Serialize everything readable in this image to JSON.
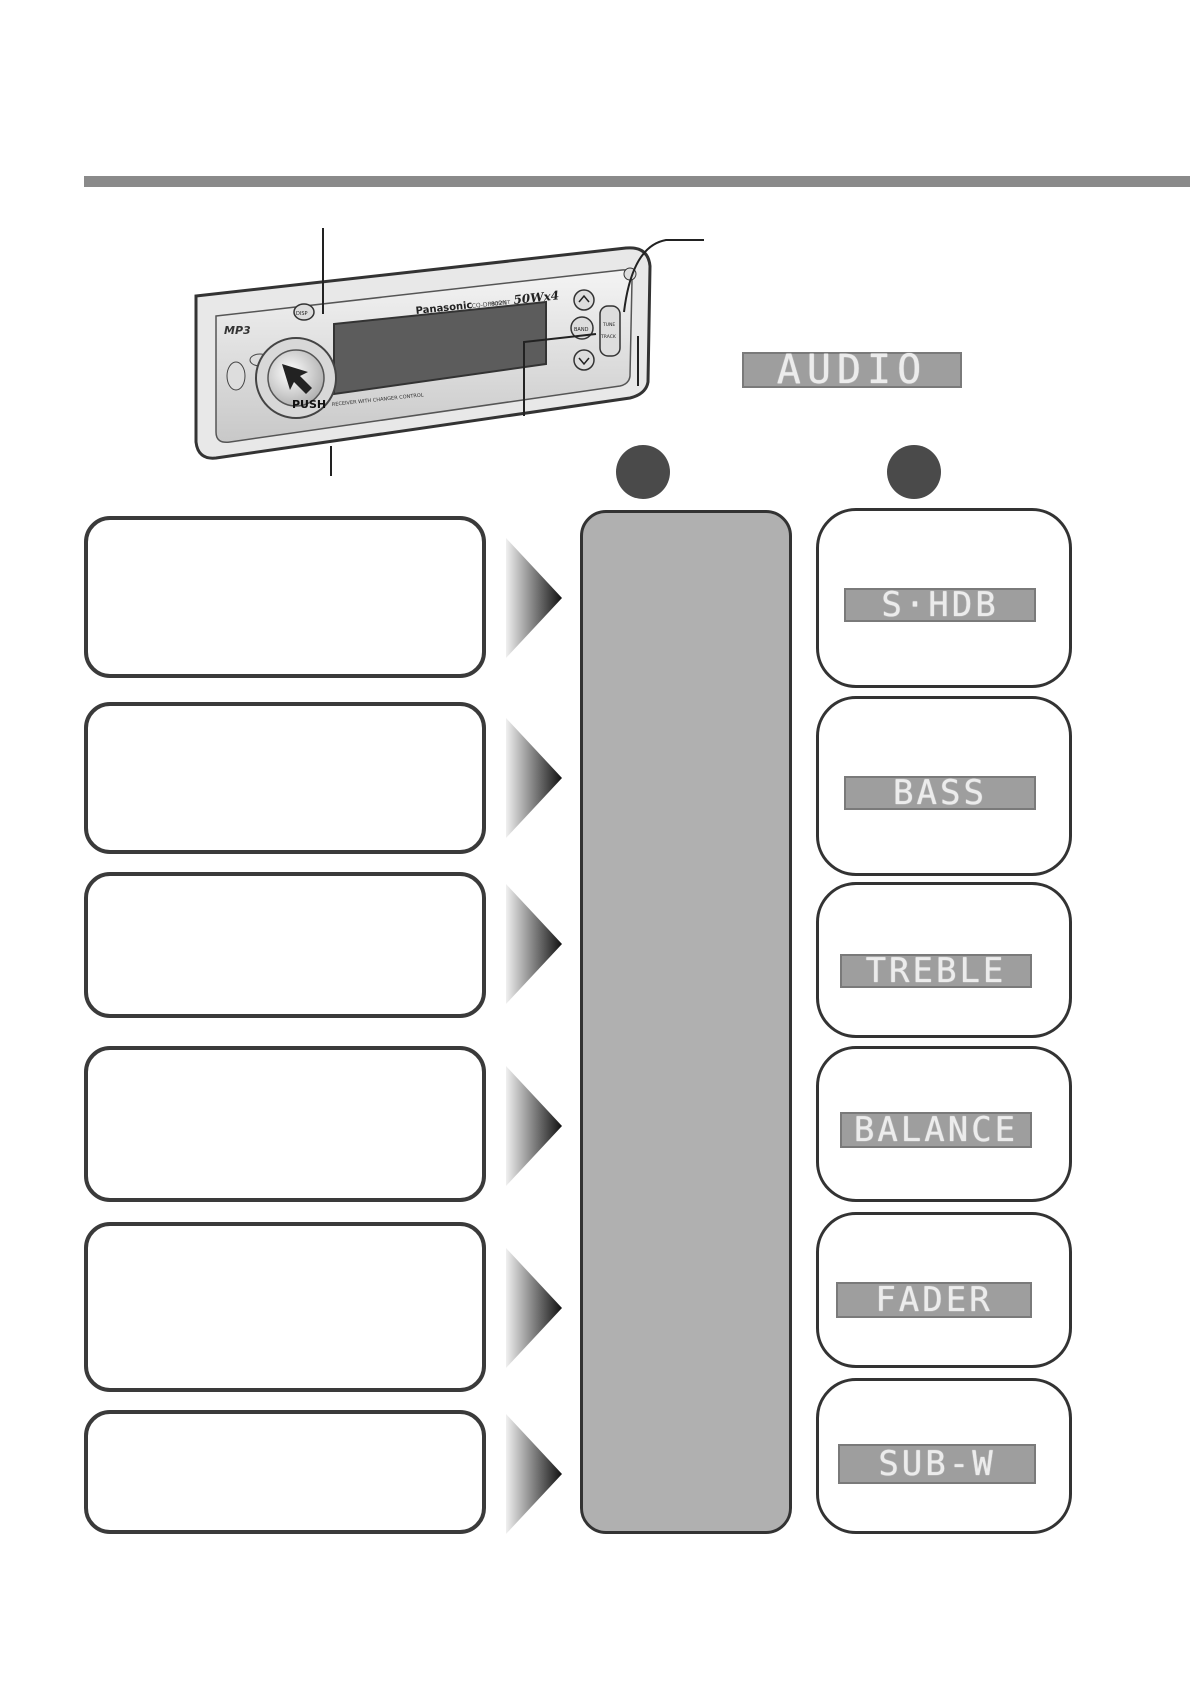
{
  "device": {
    "brand": "Panasonic",
    "model": "CQ-DF802N",
    "power": "50Wx4",
    "power_prefix": "MOSFET",
    "caption": "RECEIVER WITH CHANGER CONTROL",
    "push_label": "PUSH",
    "mp3_label": "MP3",
    "disp_label": "DISP",
    "band_label": "BAND",
    "tune_label": "TUNE",
    "track_label": "TRACK"
  },
  "audio_display": "AUDIO",
  "menu_items": [
    {
      "display": "S·HDB"
    },
    {
      "display": "BASS"
    },
    {
      "display": "TREBLE"
    },
    {
      "display": "BALANCE"
    },
    {
      "display": "FADER"
    },
    {
      "display": "SUB-W"
    }
  ],
  "colors": {
    "rule": "#8a8a8a",
    "lcd_bg": "#9e9e9e",
    "panel": "#b0b0b0",
    "circle": "#4a4a4a"
  }
}
